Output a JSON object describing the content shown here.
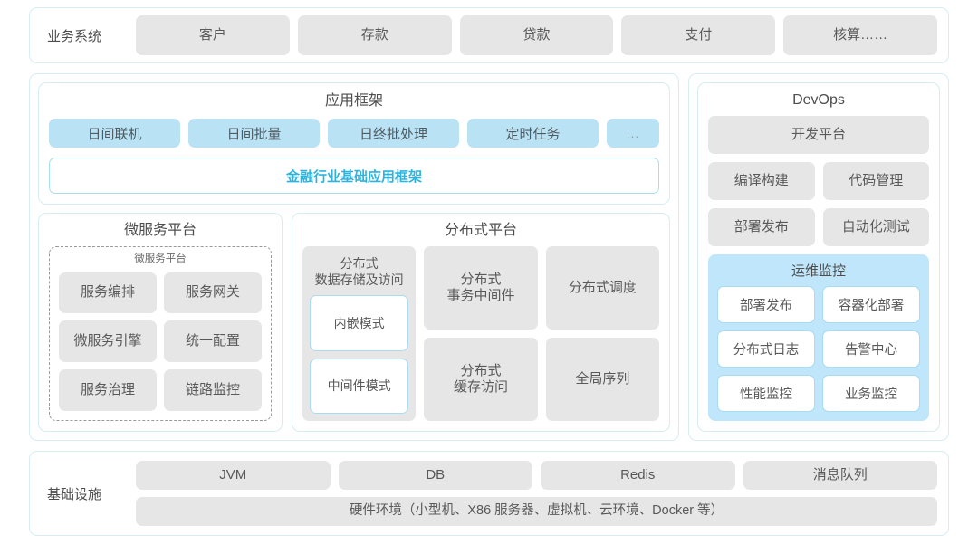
{
  "business_systems": {
    "label": "业务系统",
    "items": [
      "客户",
      "存款",
      "贷款",
      "支付",
      "核算……"
    ]
  },
  "app_framework": {
    "title": "应用框架",
    "items": [
      "日间联机",
      "日间批量",
      "日终批处理",
      "定时任务"
    ],
    "ellipsis": "...",
    "base_label": "金融行业基础应用框架",
    "accent_color": "#2fb3dc",
    "pill_color": "#b9e2f5"
  },
  "microservice_platform": {
    "title": "微服务平台",
    "inner_title": "微服务平台",
    "items": [
      "服务编排",
      "服务网关",
      "微服务引擎",
      "统一配置",
      "服务治理",
      "链路监控"
    ]
  },
  "distributed_platform": {
    "title": "分布式平台",
    "tall_card": {
      "title": "分布式\n数据存储及访问",
      "modes": [
        "内嵌模式",
        "中间件模式"
      ]
    },
    "column_2": [
      "分布式\n事务中间件",
      "分布式\n缓存访问"
    ],
    "column_3": [
      "分布式调度",
      "全局序列"
    ]
  },
  "devops": {
    "title": "DevOps",
    "platform": "开发平台",
    "items": [
      "编译构建",
      "代码管理",
      "部署发布",
      "自动化测试"
    ],
    "monitoring": {
      "title": "运维监控",
      "bg_color": "#bfe6fa",
      "items": [
        "部署发布",
        "容器化部署",
        "分布式日志",
        "告警中心",
        "性能监控",
        "业务监控"
      ]
    }
  },
  "infrastructure": {
    "label": "基础设施",
    "items": [
      "JVM",
      "DB",
      "Redis",
      "消息队列"
    ],
    "hardware": "硬件环境（小型机、X86 服务器、虚拟机、云环境、Docker 等）"
  }
}
